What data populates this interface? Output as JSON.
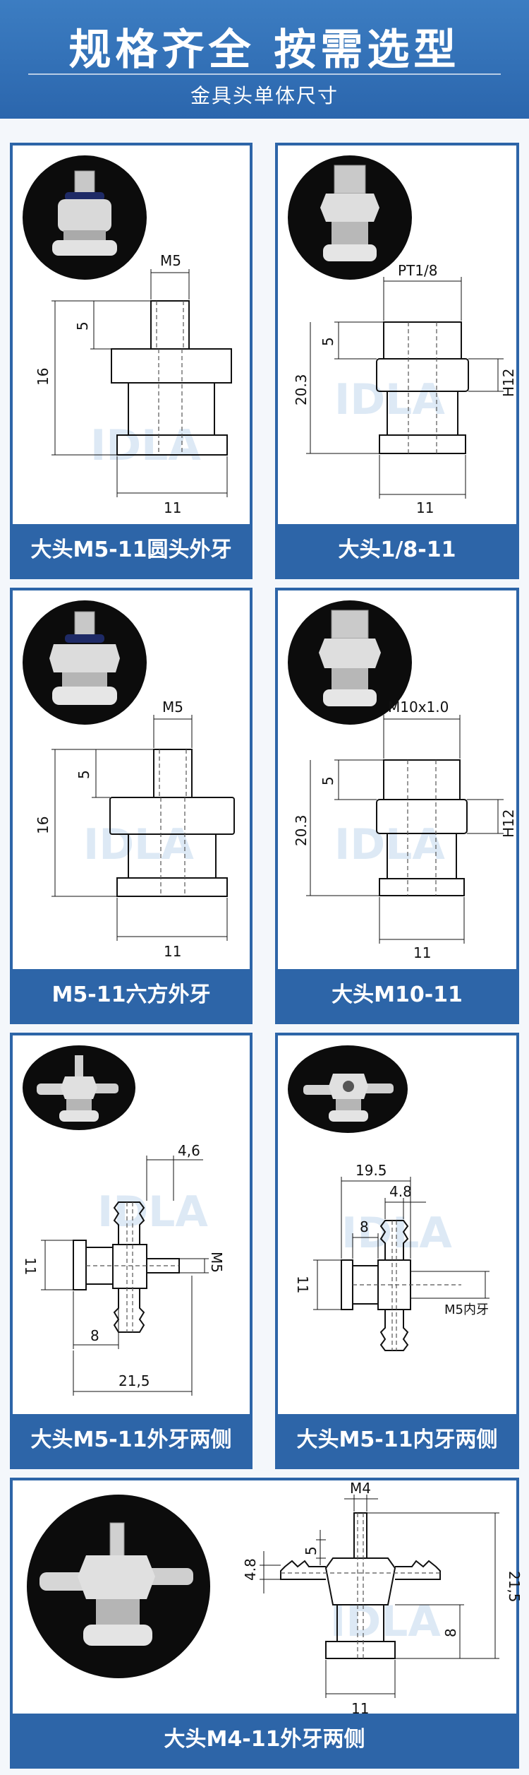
{
  "header": {
    "title": "规格齐全 按需选型",
    "subtitle": "金具头单体尺寸"
  },
  "watermark": "IDLA",
  "colors": {
    "brand_blue": "#2d65a8",
    "header_blue": "#3c7dc2"
  },
  "cards": [
    {
      "caption": "大头M5-11圆头外牙",
      "dims": {
        "thread": "M5",
        "a": "5",
        "h": "16",
        "w": "11"
      }
    },
    {
      "caption": "大头1/8-11",
      "dims": {
        "thread": "PT1/8",
        "a": "5",
        "h": "20.3",
        "hex": "H12",
        "w": "11"
      }
    },
    {
      "caption": "M5-11六方外牙",
      "dims": {
        "thread": "M5",
        "a": "5",
        "h": "16",
        "w": "11"
      }
    },
    {
      "caption": "大头M10-11",
      "dims": {
        "thread": "M10x1.0",
        "a": "5",
        "h": "20.3",
        "hex": "H12",
        "w": "11"
      }
    },
    {
      "caption": "大头M5-11外牙两侧",
      "dims": {
        "top": "4,6",
        "side": "11",
        "thread": "M5",
        "a": "8",
        "w": "21,5"
      }
    },
    {
      "caption": "大头M5-11内牙两侧",
      "dims": {
        "top": "19.5",
        "top2": "4.8",
        "a": "8",
        "side": "11",
        "thread": "M5内牙"
      }
    },
    {
      "caption": "大头M4-11外牙两侧",
      "dims": {
        "thread": "M4",
        "left": "4.8",
        "a": "5",
        "h": "21,5",
        "b": "8",
        "w": "11"
      }
    }
  ]
}
